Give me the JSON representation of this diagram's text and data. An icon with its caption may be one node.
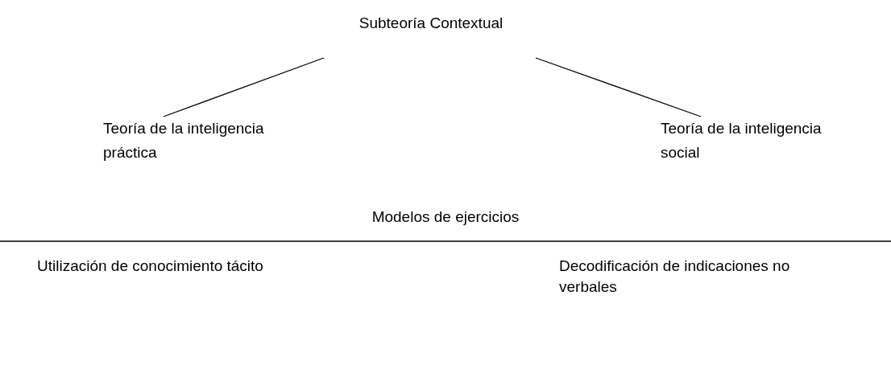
{
  "diagram": {
    "nodes": [
      {
        "text": [
          "Subteoría Contextual"
        ]
      },
      {
        "text": [
          "Teoría de la inteligencia práctica"
        ]
      },
      {
        "text": [
          "Teoría de la inteligencia social"
        ]
      }
    ],
    "edges": [
      {
        "from": 0,
        "to": 1,
        "arrow": "none"
      },
      {
        "from": 0,
        "to": 2,
        "arrow": "none"
      }
    ],
    "labels": [
      "Modelos de ejercicios",
      "Utilización de conocimiento tácito",
      "Decodificación de indicaciones no verbales"
    ]
  }
}
